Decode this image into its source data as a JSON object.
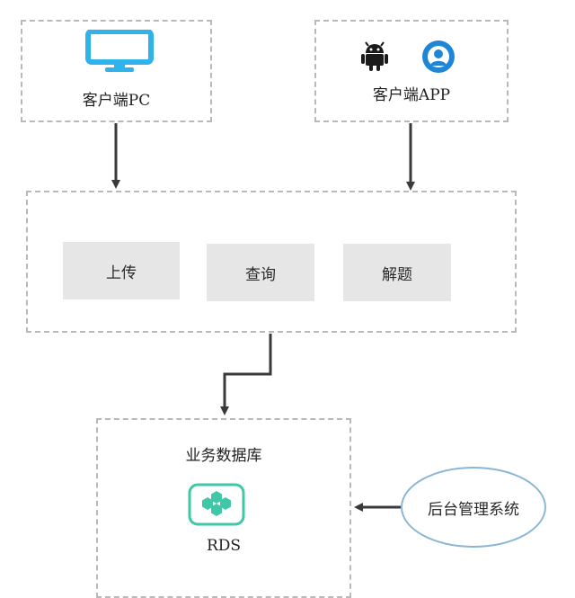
{
  "nodes": {
    "client_pc": {
      "label": "客户端PC"
    },
    "client_app": {
      "label": "客户端APP"
    },
    "services": [
      {
        "label": "上传"
      },
      {
        "label": "查询"
      },
      {
        "label": "解题"
      }
    ],
    "database": {
      "title": "业务数据库",
      "product": "RDS"
    },
    "admin": {
      "label": "后台管理系统"
    }
  },
  "icons": {
    "pc": "monitor-icon",
    "android": "android-icon",
    "user": "user-icon",
    "rds": "rds-icon"
  },
  "colors": {
    "monitor": "#2fb3ea",
    "android": "#1a1a1a",
    "user": "#1f86d6",
    "rds": "#3fc7a8",
    "dashed_border": "#b9b9b9",
    "service_fill": "#e6e6e6",
    "arrow": "#3a3a3a",
    "ellipse_border": "#8ab6d6"
  }
}
